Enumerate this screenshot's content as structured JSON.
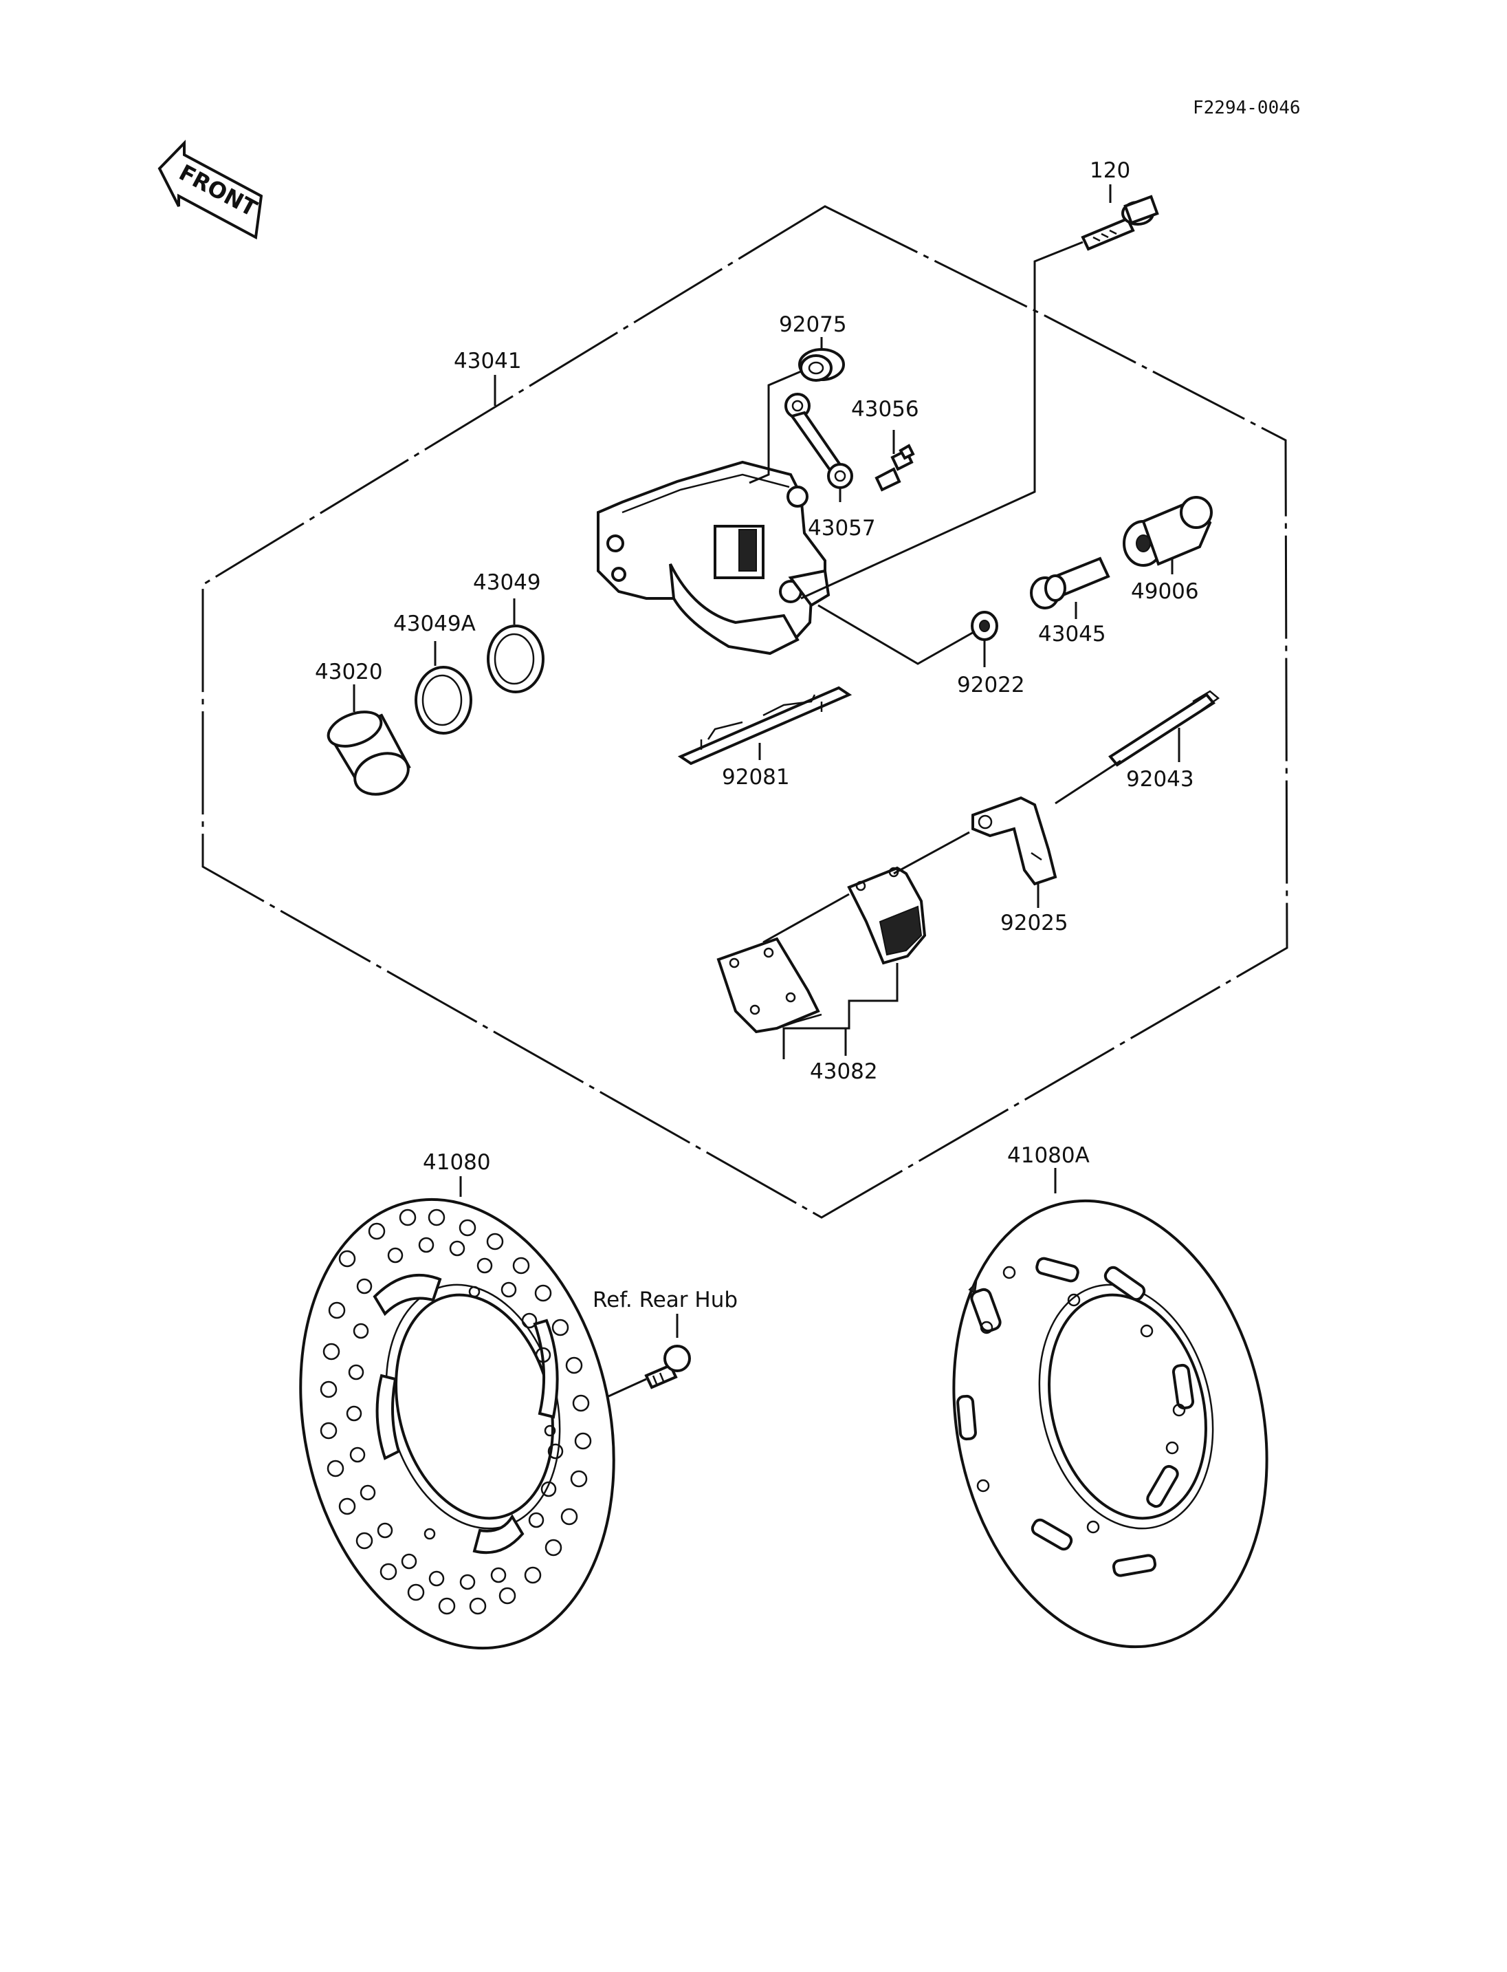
{
  "figure_code": "F2294-0046",
  "front_marker": "FRONT",
  "reference_note": "Ref. Rear Hub",
  "callouts": {
    "p120": "120",
    "p92075": "92075",
    "p43041": "43041",
    "p43056": "43056",
    "p43057": "43057",
    "p43049": "43049",
    "p43049a": "43049A",
    "p43020": "43020",
    "p49006": "49006",
    "p43045": "43045",
    "p92022": "92022",
    "p92081": "92081",
    "p92043": "92043",
    "p92025": "92025",
    "p43082": "43082",
    "p41080": "41080",
    "p41080a": "41080A"
  }
}
